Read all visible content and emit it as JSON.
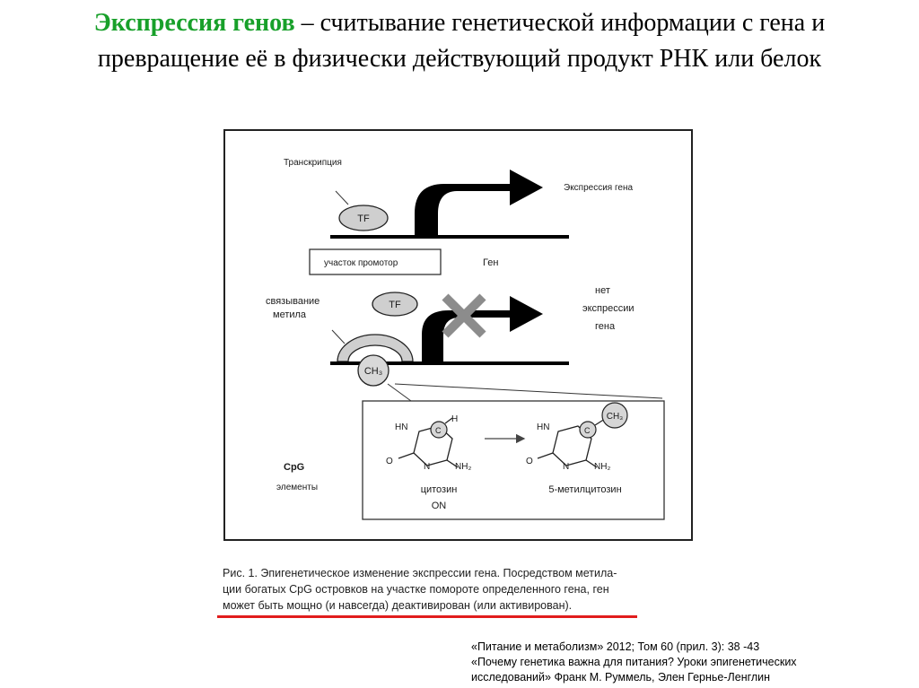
{
  "slide": {
    "title_term": "Экспрессия генов",
    "title_line1_rest": " – считывание генетической информации с гена и",
    "title_line2": "превращение её в физически действующий продукт РНК или белок"
  },
  "figure": {
    "top": {
      "transcription_label": "Транскрипция",
      "tf_label": "TF",
      "expression_label": "Экспрессия гена",
      "promoter_label": "участок промотор",
      "gene_label": "Ген"
    },
    "middle": {
      "binding_line1": "связывание",
      "binding_line2": "метила",
      "tf_label": "TF",
      "ch3_label": "CH₃",
      "no_expr_line1": "нет",
      "no_expr_line2": "экспрессии",
      "no_expr_line3": "гена"
    },
    "inset": {
      "cpg_line1": "CpG",
      "cpg_line2": "элементы",
      "mol1": {
        "hn": "HN",
        "c": "C",
        "h": "H",
        "o": "O",
        "n": "N",
        "nh2": "NH₂"
      },
      "mol2": {
        "hn": "HN",
        "c": "C",
        "ch3": "CH₃",
        "o": "O",
        "n": "N",
        "nh2": "NH₂"
      },
      "cytosine_label": "цитозин",
      "on_label": "ON",
      "methylcytosine_label": "5-метилцитозин"
    }
  },
  "caption": {
    "line1": "Рис. 1. Эпигенетическое изменение экспрессии гена. Посредством метила-",
    "line2": "ции богатых CpG островков на участке поморотe определенного гена, ген",
    "line3": "может быть мощно (и навсегда) деактивирован (или активирован)."
  },
  "source": {
    "line1": "«Питание и метаболизм» 2012; Том 60 (прил. 3): 38 -43",
    "line2": "«Почему генетика важна для питания? Уроки эпигенетических",
    "line3": "исследований» Франк М. Руммель, Элен Гернье-Ленглин"
  },
  "colors": {
    "title_term": "#18a02a",
    "underline": "#e11d1d",
    "tf_fill": "#cfcfcf",
    "cross_fill": "#8c8c8c"
  }
}
